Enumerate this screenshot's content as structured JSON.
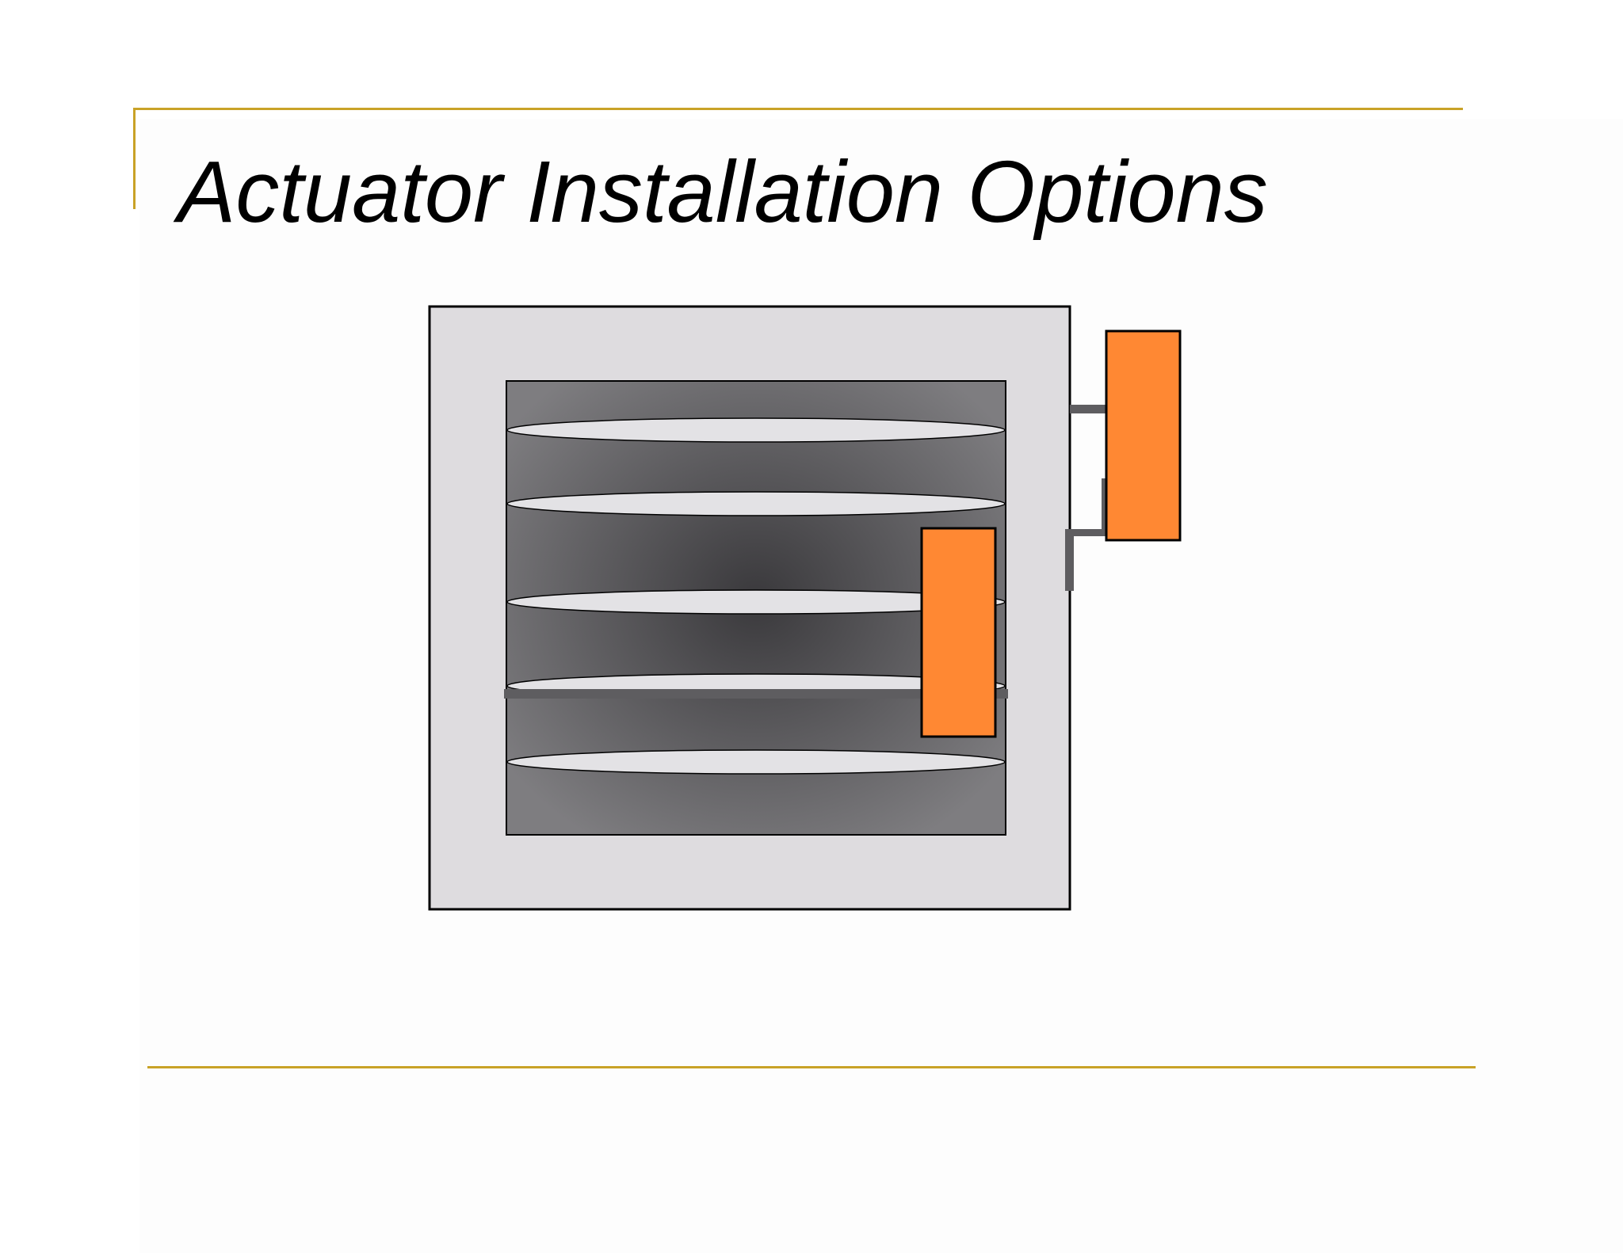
{
  "slide": {
    "title": "Actuator Installation Options"
  },
  "colors": {
    "accent": "#C9A227",
    "frame_fill": "#DEDCDF",
    "opening_dark": "#3A393C",
    "opening_light": "#7E7D80",
    "blade_fill": "#E3E2E5",
    "shaft": "#5E5D60",
    "actuator_fill": "#FF8833",
    "outline": "#000000"
  },
  "diagram": {
    "components": [
      {
        "name": "damper-frame"
      },
      {
        "name": "damper-opening"
      },
      {
        "name": "damper-blade",
        "count": 5
      },
      {
        "name": "blade-shaft"
      },
      {
        "name": "internal-actuator"
      },
      {
        "name": "external-actuator"
      },
      {
        "name": "linkage-arm"
      }
    ]
  }
}
